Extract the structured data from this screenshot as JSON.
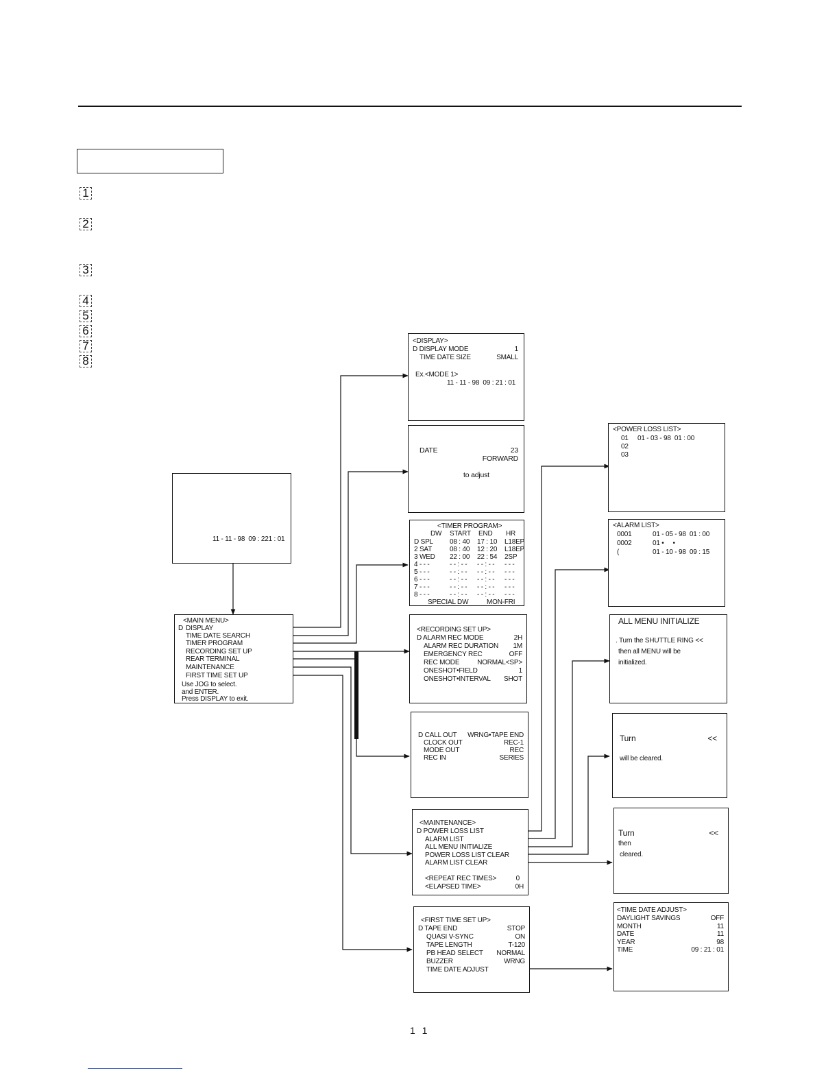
{
  "steps": [
    "1",
    "2",
    "3",
    "4",
    "5",
    "6",
    "7",
    "8"
  ],
  "page_number": "1 1",
  "normal_screen": {
    "datetime": "11 - 11 - 98  09 : 221 : 01"
  },
  "main_menu": {
    "title": "<MAIN MENU>",
    "cursor": "D",
    "items": [
      "DISPLAY",
      "TIME DATE SEARCH",
      "TIMER PROGRAM",
      "RECORDING SET UP",
      "REAR TERMINAL",
      "MAINTENANCE",
      "FIRST TIME SET UP"
    ],
    "help": [
      "Use JOG to select.",
      "and ENTER.",
      "Press DISPLAY to exit."
    ]
  },
  "display_menu": {
    "title": "<DISPLAY>",
    "rows": [
      {
        "label": "D DISPLAY MODE",
        "value": "1"
      },
      {
        "label": "TIME DATE SIZE",
        "value": "SMALL"
      }
    ],
    "example_label": "Ex.<MODE 1>",
    "example_value": "11 - 11 - 98  09 : 21 : 01"
  },
  "time_date_search": {
    "rows": [
      {
        "label": "DATE",
        "value": "23"
      },
      {
        "label": "",
        "value": "FORWARD"
      }
    ],
    "hint": "to adjust"
  },
  "timer_program": {
    "title": "<TIMER PROGRAM>",
    "headers": [
      "DW",
      "START",
      "END",
      "HR"
    ],
    "rows": [
      [
        "D SPL",
        "08 : 40",
        "17 : 10",
        "L18EP"
      ],
      [
        "2 SAT",
        "08 : 40",
        "12 : 20",
        "L18EP"
      ],
      [
        "3 WED",
        "22 : 00",
        "22 : 54",
        "2SP"
      ],
      [
        "4 - - -",
        "- - : - -",
        "- - : - -",
        "- - -"
      ],
      [
        "5 - - -",
        "- - : - -",
        "- - : - -",
        "- - -"
      ],
      [
        "6 - - -",
        "- - : - -",
        "- - : - -",
        "- - -"
      ],
      [
        "7 - - -",
        "- - : - -",
        "- - : - -",
        "- - -"
      ],
      [
        "8 - - -",
        "- - : - -",
        "- - : - -",
        "- - -"
      ]
    ],
    "footer_label": "SPECIAL DW",
    "footer_value": "MON-FRI"
  },
  "recording_setup": {
    "title": "<RECORDING SET UP>",
    "rows": [
      {
        "label": "D ALARM REC MODE",
        "value": "2H"
      },
      {
        "label": "ALARM REC DURATION",
        "value": "1M"
      },
      {
        "label": "EMERGENCY REC",
        "value": "OFF"
      },
      {
        "label": "REC MODE",
        "value": "NORMAL<SP>"
      },
      {
        "label": "ONESHOT•FIELD",
        "value": "1"
      },
      {
        "label": "ONESHOT•INTERVAL",
        "value": "SHOT"
      }
    ]
  },
  "rear_terminal": {
    "rows": [
      {
        "label": "D CALL OUT",
        "value": "WRNG•TAPE END"
      },
      {
        "label": "CLOCK OUT",
        "value": "REC-1"
      },
      {
        "label": "MODE OUT",
        "value": "REC"
      },
      {
        "label": "REC IN",
        "value": "SERIES"
      }
    ]
  },
  "maintenance": {
    "title": "<MAINTENANCE>",
    "items": [
      "D POWER LOSS LIST",
      "ALARM LIST",
      "ALL MENU INITIALIZE",
      "POWER LOSS LIST CLEAR",
      "ALARM LIST CLEAR"
    ],
    "extras": [
      {
        "label": "<REPEAT REC TIMES>",
        "value": "0"
      },
      {
        "label": "<ELAPSED TIME>",
        "value": "0H"
      }
    ]
  },
  "first_time_setup": {
    "title": "<FIRST TIME SET UP>",
    "rows": [
      {
        "label": "D TAPE END",
        "value": "STOP"
      },
      {
        "label": "QUASI V-SYNC",
        "value": "ON"
      },
      {
        "label": "TAPE LENGTH",
        "value": "T-120"
      },
      {
        "label": "PB HEAD SELECT",
        "value": "NORMAL"
      },
      {
        "label": "BUZZER",
        "value": "WRNG"
      },
      {
        "label": "TIME DATE ADJUST",
        "value": ""
      }
    ]
  },
  "power_loss_list": {
    "title": "<POWER LOSS LIST>",
    "rows": [
      {
        "num": "01",
        "value": "01 - 03 - 98  01 : 00"
      },
      {
        "num": "02",
        "value": ""
      },
      {
        "num": "03",
        "value": ""
      }
    ]
  },
  "alarm_list": {
    "title": "<ALARM LIST>",
    "rows": [
      {
        "num": "0001",
        "value": "01 - 05 - 98  01 : 00"
      },
      {
        "num": "0002",
        "value": "01 •     •"
      },
      {
        "num": "(",
        "value": "01 - 10 - 98  09 : 15"
      }
    ]
  },
  "all_menu_initialize": {
    "title": "ALL MENU INITIALIZE",
    "lines": [
      ". Turn the SHUTTLE RING <<",
      "then all MENU will be",
      "initialized."
    ]
  },
  "power_loss_clear": {
    "line1": "Turn",
    "line1_tail": "<<",
    "line2": "will be cleared."
  },
  "alarm_list_clear": {
    "line1": "Turn",
    "line1_tail": "<<",
    "line2": "then",
    "line3": "cleared."
  },
  "time_date_adjust": {
    "title": "<TIME DATE ADJUST>",
    "rows": [
      {
        "label": "DAYLIGHT SAVINGS",
        "value": "OFF"
      },
      {
        "label": "MONTH",
        "value": "11"
      },
      {
        "label": "DATE",
        "value": "11"
      },
      {
        "label": "YEAR",
        "value": "98"
      },
      {
        "label": "TIME",
        "value": "09 : 21 : 01"
      }
    ]
  }
}
